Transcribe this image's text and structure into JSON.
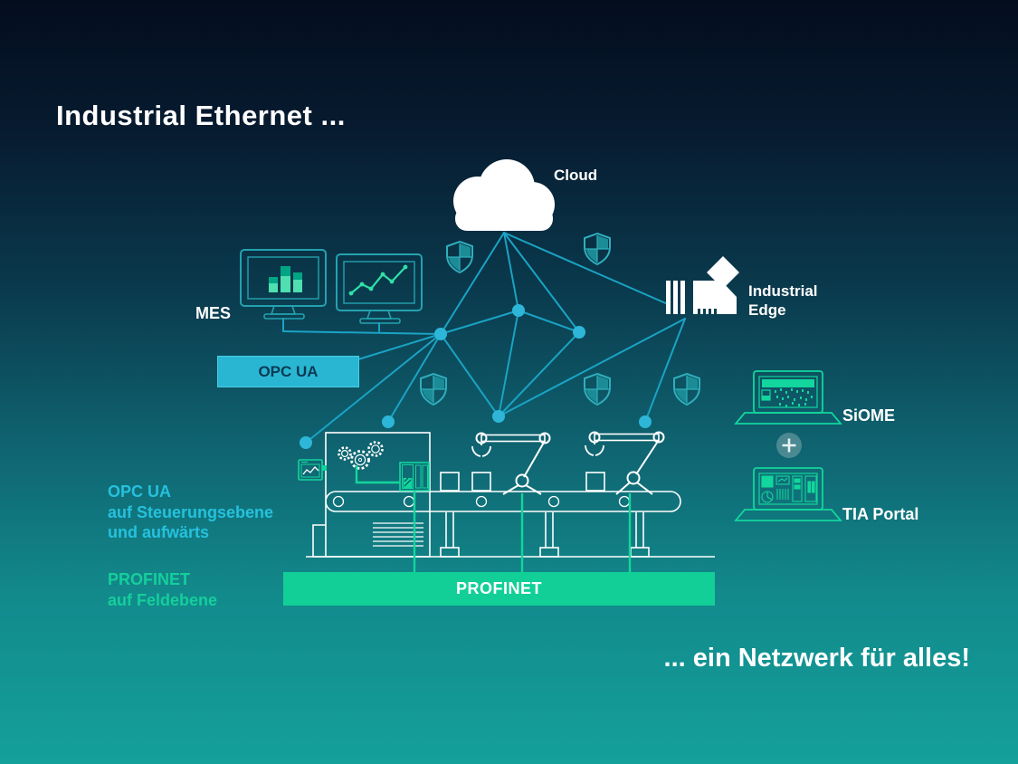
{
  "title": "Industrial Ethernet ...",
  "closing": "... ein Netzwerk für alles!",
  "nodes": {
    "cloud_label": "Cloud",
    "mes_label": "MES",
    "industrial_edge_line1": "Industrial",
    "industrial_edge_line2": "Edge",
    "siome_label": "SiOME",
    "tia_portal_label": "TIA Portal",
    "plus_icon": "+"
  },
  "boxes": {
    "opc_ua": "OPC UA",
    "profinet": "PROFINET"
  },
  "notes": {
    "opc_line1": "OPC UA",
    "opc_line2": "auf Steuerungsebene",
    "opc_line3": "und aufwärts",
    "profinet_line1": "PROFINET",
    "profinet_line2": "auf Feldebene"
  },
  "icons": {
    "cloud": "cloud-icon",
    "shields": "security-shield-icon",
    "monitors": "mes-monitor-icons",
    "edge_device": "industrial-edge-device-icon",
    "laptops": "laptop-icons",
    "factory": "factory-conveyor-robots-line-art"
  },
  "colors": {
    "background_top": "#040d1e",
    "background_bottom": "#14a09b",
    "network_line": "#1aa3c4",
    "network_dot": "#2db6d8",
    "machine_green": "#12d69d",
    "profinet_bar": "#12cf97",
    "opc_box_fill": "#29b6d3",
    "opc_box_text": "#0a3a52",
    "note_cyan": "#25c1dd",
    "note_green": "#14cf9b",
    "shield_stroke": "#30aebc",
    "shield_fill": "#1b8c96",
    "monitor_stroke": "#23a2b0",
    "chart_green_dark": "#00a584",
    "chart_green_light": "#4fdfb0",
    "white": "#ffffff"
  }
}
